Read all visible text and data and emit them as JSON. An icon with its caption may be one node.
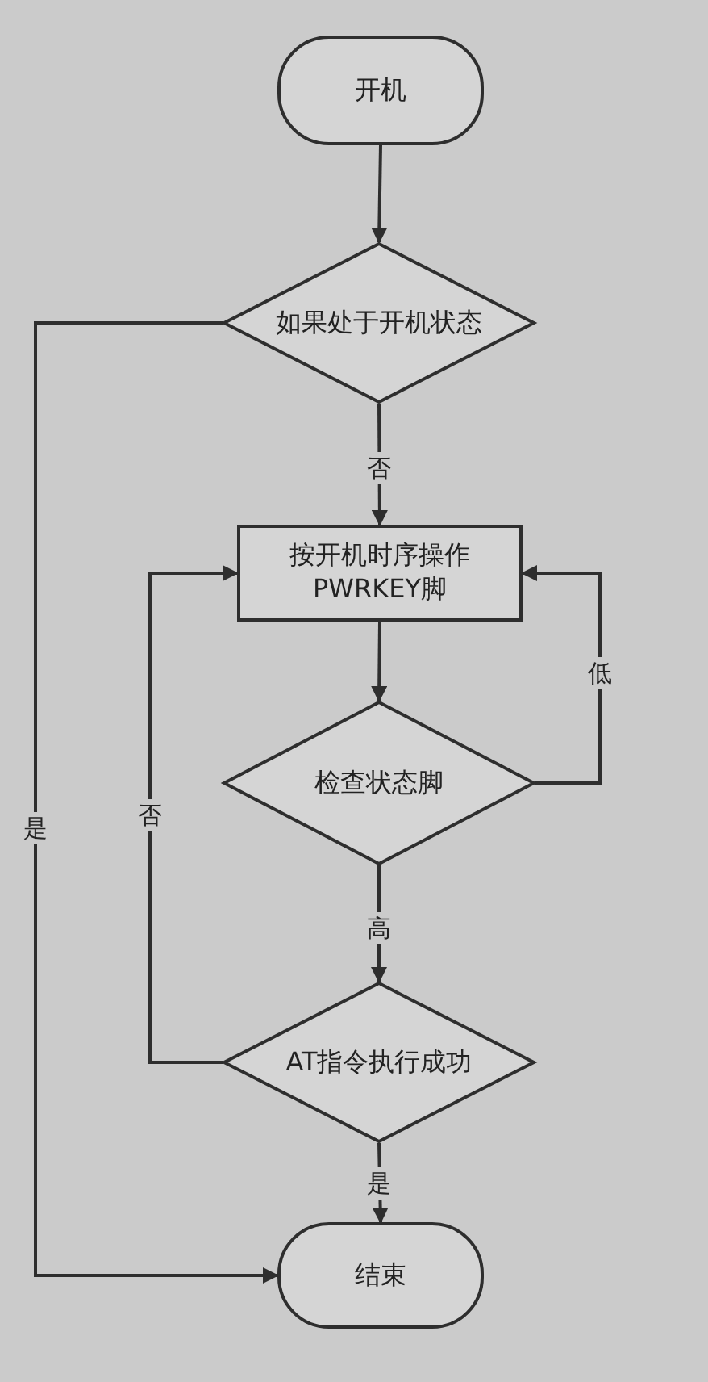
{
  "diagram": {
    "nodes": [
      {
        "text": [
          "开机"
        ]
      },
      {
        "text": [
          "如果处于开机状态"
        ]
      },
      {
        "text": [
          "按开机时序操作 PWRKEY脚"
        ]
      },
      {
        "text": [
          "检查状态脚"
        ]
      },
      {
        "text": [
          "AT指令执行成功"
        ]
      },
      {
        "text": [
          "结束"
        ]
      }
    ],
    "edges": [
      {
        "from": 0,
        "to": 1,
        "arrow": "to"
      },
      {
        "from": 1,
        "to": 2,
        "arrow": "to",
        "label": "否"
      },
      {
        "from": 1,
        "to": 5,
        "arrow": "to",
        "label": "是"
      },
      {
        "from": 2,
        "to": 3,
        "arrow": "to"
      },
      {
        "from": 3,
        "to": 2,
        "arrow": "to",
        "label": "低"
      },
      {
        "from": 3,
        "to": 4,
        "arrow": "to",
        "label": "高"
      },
      {
        "from": 4,
        "to": 2,
        "arrow": "to",
        "label": "否"
      },
      {
        "from": 4,
        "to": 5,
        "arrow": "to",
        "label": "是"
      }
    ]
  }
}
